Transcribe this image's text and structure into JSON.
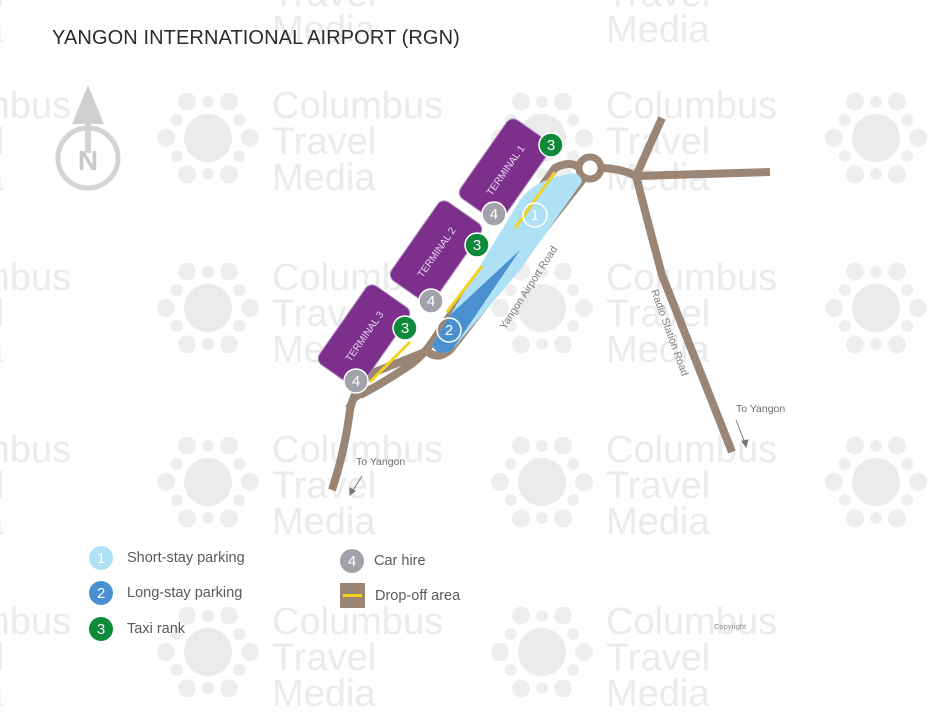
{
  "title": "YANGON INTERNATIONAL AIRPORT (RGN)",
  "watermark": {
    "line1": "Columbus",
    "line2": "Travel",
    "line3": "Media",
    "color": "#ebebeb"
  },
  "compass": {
    "label": "N",
    "icon": "north-arrow-icon"
  },
  "terminals": [
    {
      "label": "TERMINAL 1"
    },
    {
      "label": "TERMINAL 2"
    },
    {
      "label": "TERMINAL 3"
    }
  ],
  "markers": {
    "short_stay": "1",
    "long_stay": "2",
    "taxi": "3",
    "car_hire": "4"
  },
  "roads": {
    "airport_road": "Yangon Airport Road",
    "radio_station_road": "Radio Station Road",
    "to_yangon_left": "To Yangon",
    "to_yangon_right": "To Yangon"
  },
  "legend": {
    "items": [
      {
        "number": "1",
        "label": "Short-stay parking",
        "color": "#aee0f6"
      },
      {
        "number": "2",
        "label": "Long-stay parking",
        "color": "#4a90d0"
      },
      {
        "number": "3",
        "label": "Taxi rank",
        "color": "#0e8a3a"
      },
      {
        "number": "4",
        "label": "Car hire",
        "color": "#a2a2aa"
      },
      {
        "number": "",
        "label": "Drop-off area",
        "color": "#9b8575"
      }
    ]
  },
  "colors": {
    "terminal": "#7d2f8c",
    "road": "#9b8575",
    "dropoff": "#f2d21b",
    "short_stay": "#aee0f6",
    "long_stay": "#4a90d0",
    "taxi": "#0e8a3a",
    "car_hire": "#a2a2aa"
  },
  "copyright": "Copyright"
}
